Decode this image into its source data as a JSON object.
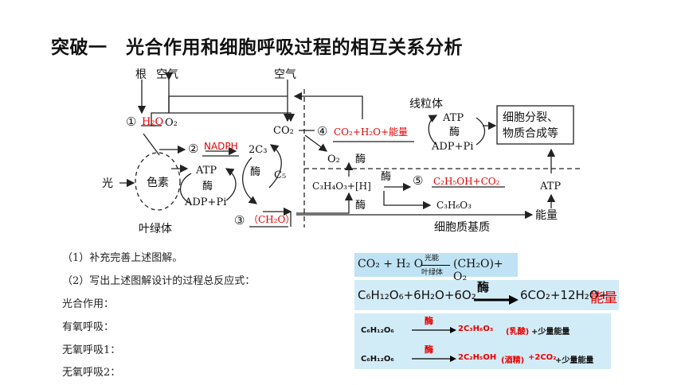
{
  "title": "突破一　光合作用和细胞呼吸过程的相互关系分析",
  "diagram": {
    "root": "根",
    "air_left": "空气",
    "air_top": "空气",
    "mito": "线粒体",
    "cell_box_line1": "细胞分裂、",
    "cell_box_line2": "物质合成等",
    "n1": "①",
    "n1_fill": "H₂O",
    "o2_1": "O₂",
    "co2": "CO₂",
    "n4": "④",
    "n4_fill": "CO₂+H₂O+能量",
    "atp_m": "ATP",
    "enz_m": "酶",
    "adp_m": "ADP+Pi",
    "n2": "②",
    "n2_fill": "NADPH",
    "c3": "2C₃",
    "enz_calvin": "酶",
    "c5": "C₅",
    "o2_2": "O₂",
    "enz_o2": "酶",
    "light": "光",
    "pigment": "色素",
    "atp_c": "ATP",
    "enz_c": "酶",
    "adp_c": "ADP+Pi",
    "pyruvate": "C₃H₄O₃+[H]",
    "enz_gly": "酶",
    "enz_ferm": "酶",
    "n5": "⑤",
    "n5_fill": "C₂H₅OH+CO₂",
    "lactate": "C₃H₆O₃",
    "atp_right": "ATP",
    "energy": "能量",
    "n3": "③",
    "n3_fill": "（CH₂O）",
    "chloro": "叶绿体",
    "cytoplasm": "细胞质基质"
  },
  "questions": {
    "q1": "（1）补充完善上述图解。",
    "q2": "（2）写出上述图解设计的过程总反应式：",
    "photo": "光合作用：",
    "aerobic": "有氧呼吸：",
    "anaerobic1": "无氧呼吸1：",
    "anaerobic2": "无氧呼吸2："
  },
  "equations": {
    "photo_left": "CO₂ + H₂ O",
    "photo_top": "光能",
    "photo_bottom": "叶绿体",
    "photo_right": "(CH₂O)+ O₂",
    "aero_left": "C₆H₁₂O₆+6H₂O+6O₂",
    "aero_enzyme": "酶",
    "aero_right": "6CO₂+12H₂O+",
    "aero_energy": "能量",
    "an1_left": "C₆H₁₂O₆",
    "an1_enzyme": "酶",
    "an1_prod": "2C₃H₆O₃",
    "an1_name": "(乳酸)",
    "an1_rest": "+少量能量",
    "an2_left": "C₆H₁₂O₆",
    "an2_enzyme": "酶",
    "an2_prod": "2C₂H₅OH",
    "an2_name": "(酒精)",
    "an2_co2": "+2CO₂",
    "an2_rest": "+少量能量"
  },
  "colors": {
    "fill_text": "#e60000",
    "equation_box": "#bfe3f5"
  }
}
